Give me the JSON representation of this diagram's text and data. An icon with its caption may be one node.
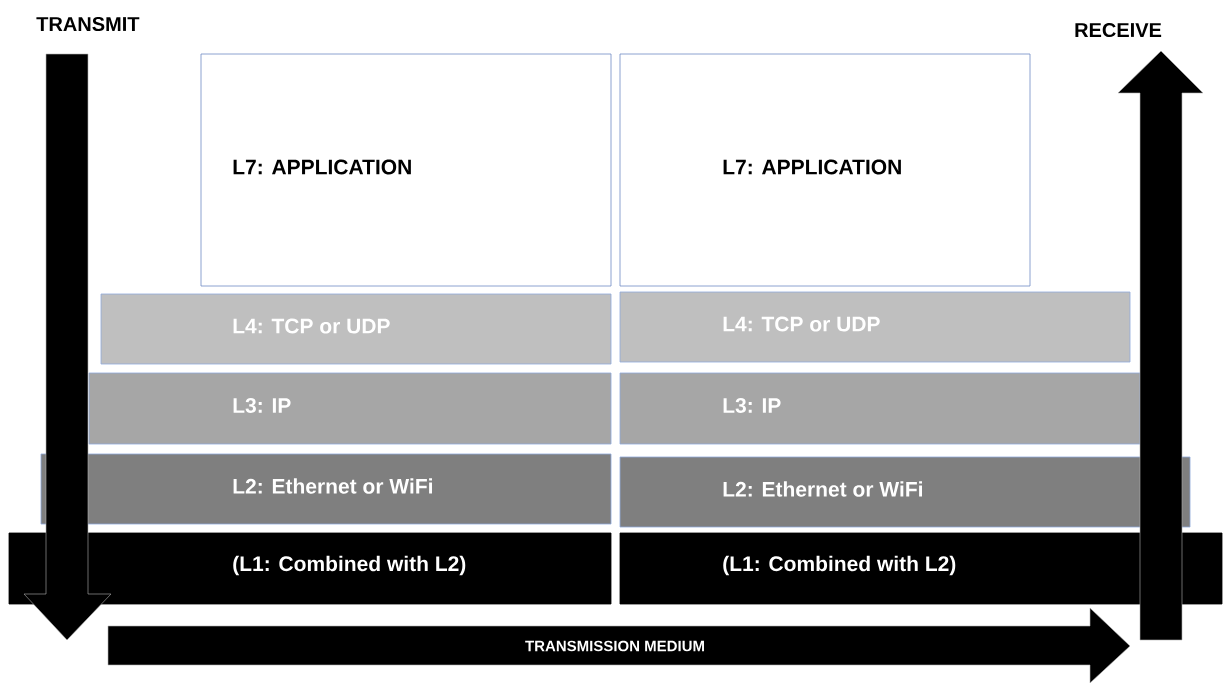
{
  "diagram": {
    "nodes": [
      {
        "text": [
          "L7: APPLICATION"
        ]
      },
      {
        "text": [
          "L7: APPLICATION"
        ]
      },
      {
        "text": [
          "L4: TCP or UDP"
        ]
      },
      {
        "text": [
          "L4: TCP or UDP"
        ]
      },
      {
        "text": [
          "L3: IP"
        ]
      },
      {
        "text": [
          "L3: IP"
        ]
      },
      {
        "text": [
          "L2: Ethernet or WiFi"
        ]
      },
      {
        "text": [
          "L2: Ethernet or WiFi"
        ]
      },
      {
        "text": [
          "(L1: Combined with L2)"
        ]
      },
      {
        "text": [
          "(L1: Combined with L2)"
        ]
      }
    ],
    "labels": [
      "TRANSMIT",
      "RECEIVE",
      "TRANSMISSION MEDIUM"
    ]
  }
}
